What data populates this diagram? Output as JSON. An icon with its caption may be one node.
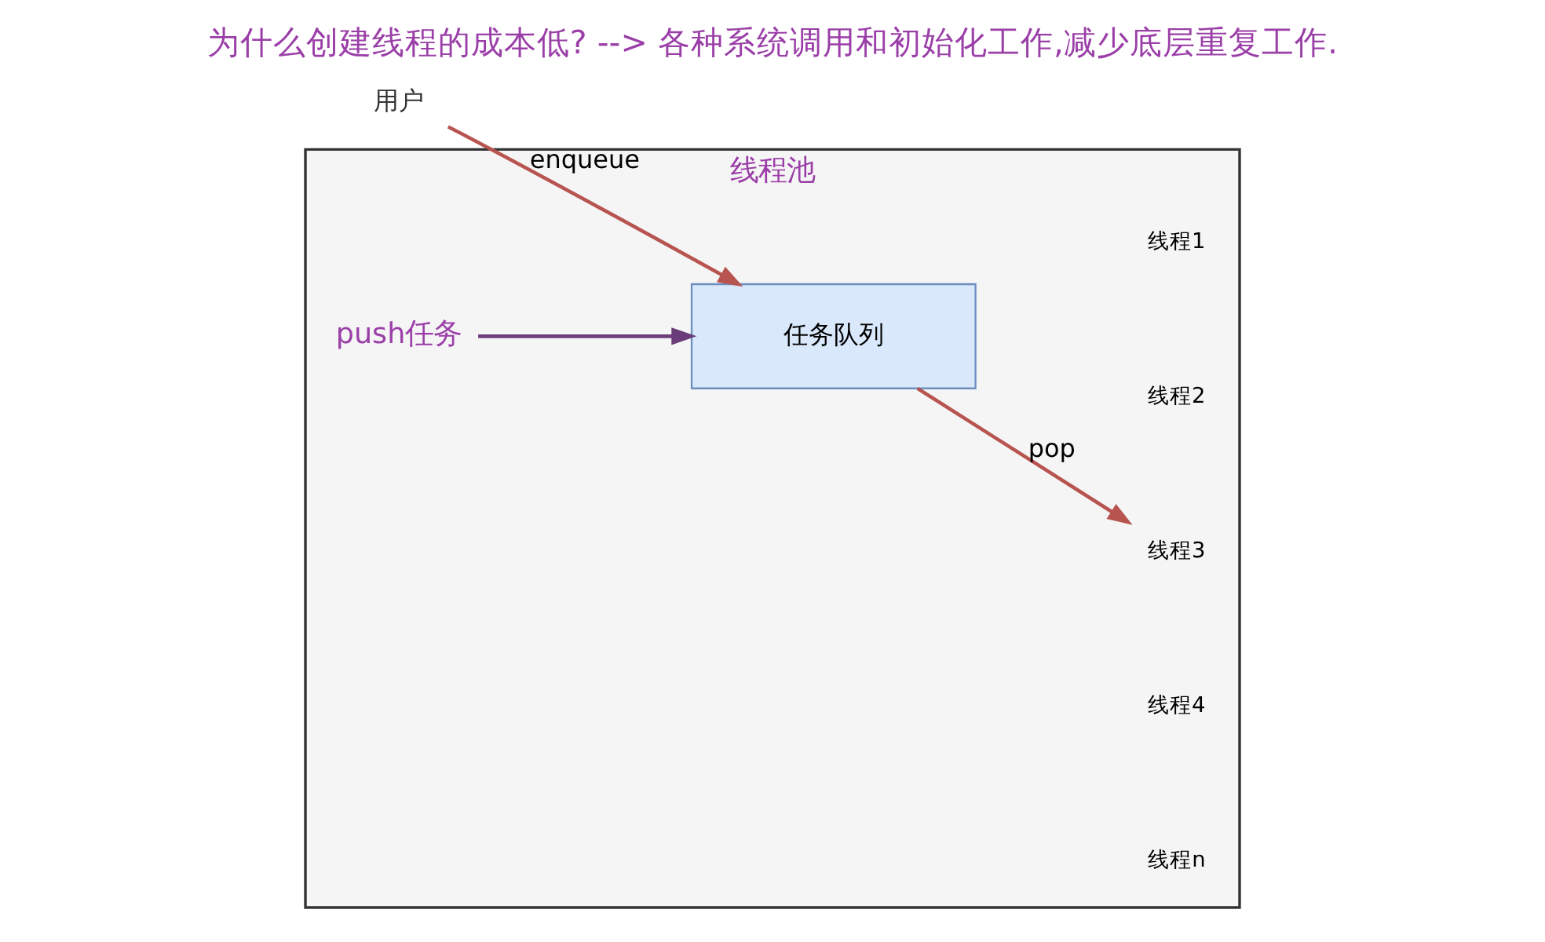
{
  "diagram": {
    "title": "为什么创建线程的成本低? --> 各种系统调用和初始化工作,减少底层重复工作.",
    "nodes": [
      {
        "text": [
          "用户"
        ]
      },
      {
        "text": [
          "线程池"
        ]
      },
      {
        "text": [
          "push任务"
        ],
        "in": 1
      },
      {
        "text": [
          "任务队列"
        ],
        "in": 1
      },
      {
        "text": [
          "线程1"
        ],
        "in": 1
      },
      {
        "text": [
          "线程2"
        ],
        "in": 1
      },
      {
        "text": [
          "线程3"
        ],
        "in": 1
      },
      {
        "text": [
          "线程4"
        ],
        "in": 1
      },
      {
        "text": [
          "线程n"
        ],
        "in": 1
      }
    ],
    "edges": [
      {
        "from": 0,
        "to": 3,
        "arrow": "to",
        "label": "enqueue",
        "color": "#b85450"
      },
      {
        "from": 2,
        "to": 3,
        "arrow": "to",
        "color": "#6a3d7a"
      },
      {
        "from": 3,
        "to": 6,
        "arrow": "to",
        "label": "pop",
        "color": "#b85450"
      }
    ]
  }
}
